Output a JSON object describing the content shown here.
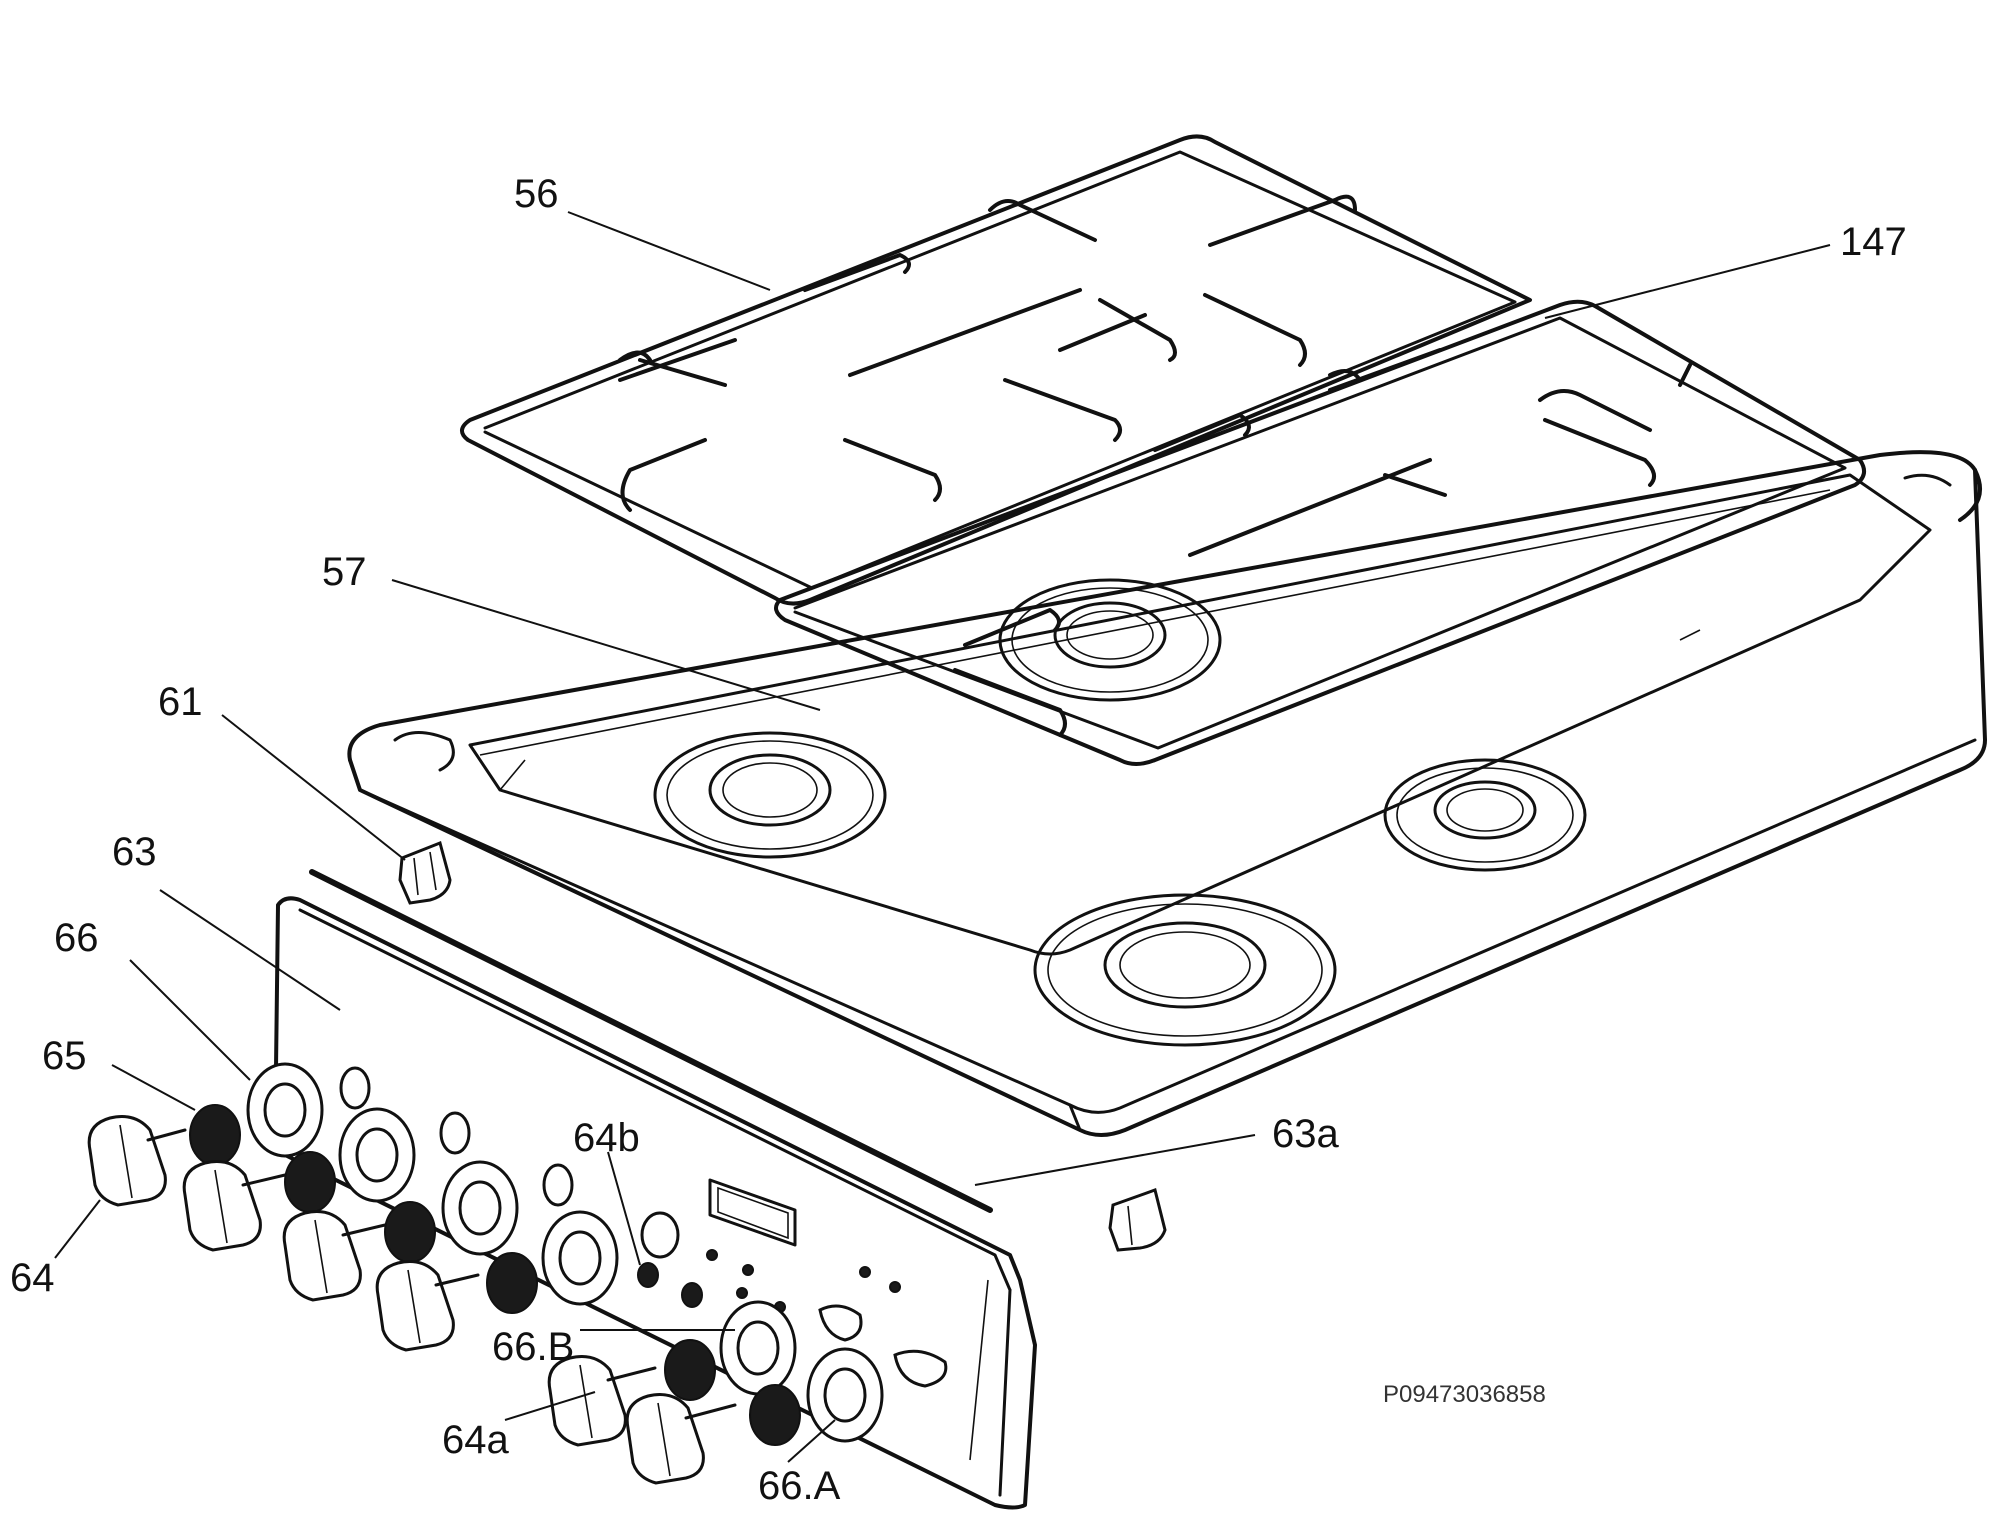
{
  "diagram": {
    "reference_code": "P09473036858",
    "parts": [
      {
        "id": "56",
        "label": "56"
      },
      {
        "id": "147",
        "label": "147"
      },
      {
        "id": "57",
        "label": "57"
      },
      {
        "id": "61",
        "label": "61"
      },
      {
        "id": "63",
        "label": "63"
      },
      {
        "id": "66",
        "label": "66"
      },
      {
        "id": "65",
        "label": "65"
      },
      {
        "id": "64",
        "label": "64"
      },
      {
        "id": "64b",
        "label": "64b"
      },
      {
        "id": "63a",
        "label": "63a"
      },
      {
        "id": "66B",
        "label": "66.B"
      },
      {
        "id": "64a",
        "label": "64a"
      },
      {
        "id": "66A",
        "label": "66.A"
      }
    ]
  }
}
